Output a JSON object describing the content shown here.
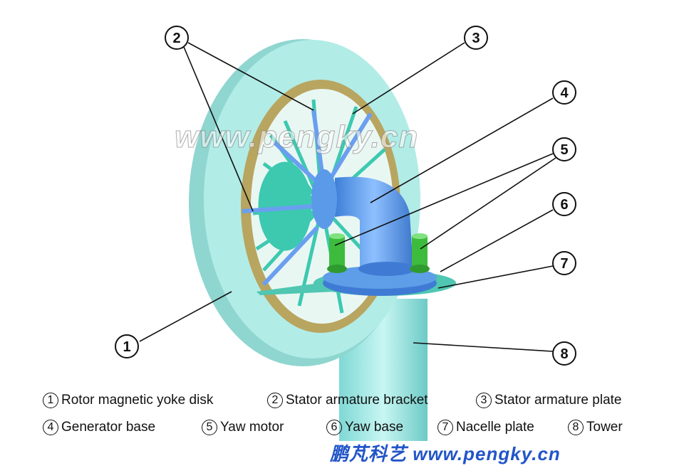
{
  "watermark": "www.pengky.cn",
  "brand": "鹏芃科艺 www.pengky.cn",
  "callouts": [
    "1",
    "2",
    "3",
    "4",
    "5",
    "6",
    "7",
    "8"
  ],
  "legend": [
    {
      "num": "1",
      "label": "Rotor magnetic yoke disk"
    },
    {
      "num": "2",
      "label": "Stator armature bracket"
    },
    {
      "num": "3",
      "label": "Stator armature plate"
    },
    {
      "num": "4",
      "label": "Generator base"
    },
    {
      "num": "5",
      "label": "Yaw motor"
    },
    {
      "num": "6",
      "label": "Yaw base"
    },
    {
      "num": "7",
      "label": "Nacelle plate"
    },
    {
      "num": "8",
      "label": "Tower"
    }
  ],
  "colors": {
    "disk": "#a6e6e0",
    "ring": "#b8a560",
    "spokes": "#3cc9b0",
    "base": "#5a9ae8",
    "motor": "#3dbb3d",
    "tower": "#a8ecea"
  }
}
